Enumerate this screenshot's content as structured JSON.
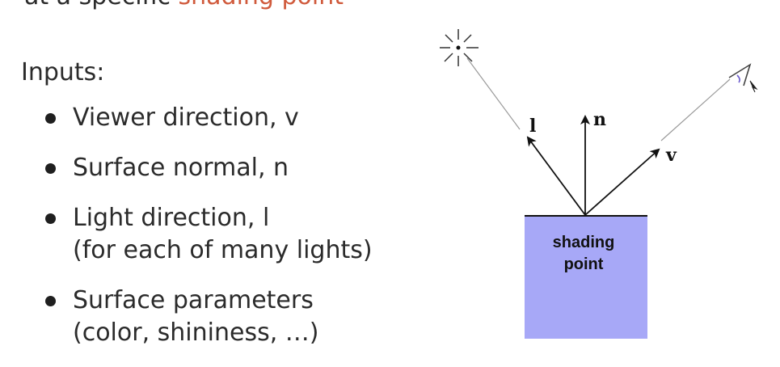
{
  "heading": {
    "prefix": "at a specific ",
    "accent_text": "shading point",
    "accent_color": "#d05a3c"
  },
  "inputs": {
    "label": "Inputs:",
    "items": [
      {
        "line1": "Viewer direction, v",
        "line2": ""
      },
      {
        "line1": "Surface normal, n",
        "line2": ""
      },
      {
        "line1": "Light direction, l",
        "line2": "(for each of many lights)"
      },
      {
        "line1": "Surface parameters",
        "line2": "(color, shininess, …)"
      }
    ]
  },
  "diagram": {
    "vector_labels": {
      "light": "l",
      "normal": "n",
      "viewer": "v"
    },
    "box_label_line1": "shading",
    "box_label_line2": "point",
    "box_color": "#a7a8f7",
    "light_icon": "light-source-icon",
    "eye_icon": "eye-icon"
  }
}
